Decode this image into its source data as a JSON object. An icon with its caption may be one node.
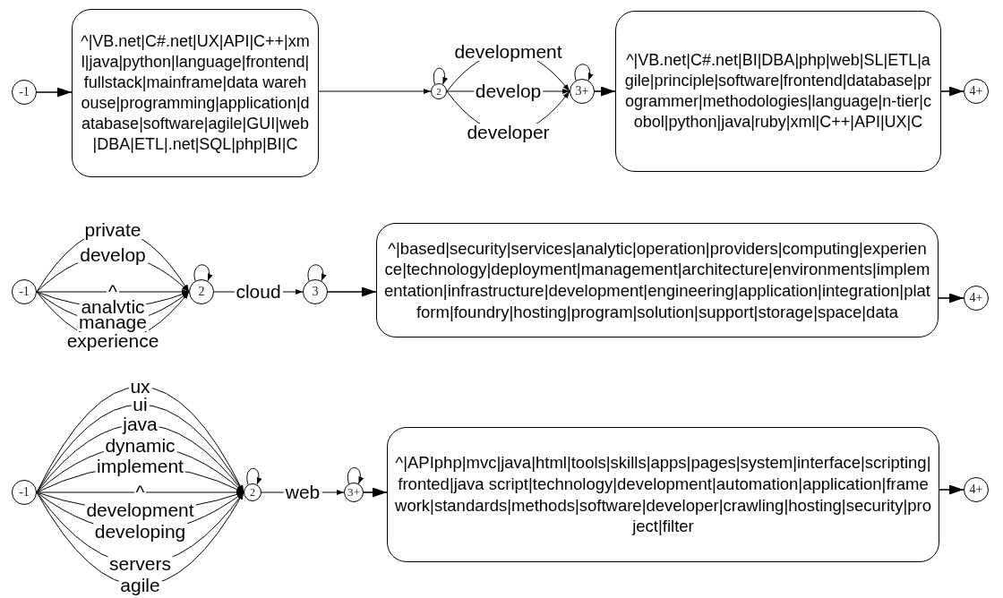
{
  "diagram": {
    "nodes": [
      {
        "text": [
          "-1"
        ]
      },
      {
        "text": [
          "^|VB.net|C#.net|UX|API|C++|xml|java|python|language|frontend|fullstack|mainframe|data warehouse|programming|application|database|software|agile|GUI|web|DBA|ETL|.net|SQL|php|BI|C"
        ]
      },
      {
        "text": [
          "2"
        ]
      },
      {
        "text": [
          "3+"
        ]
      },
      {
        "text": [
          "^|VB.net|C#.net|BI|DBA|php|web|SL|ETL|agile|principle|software|frontend|database|programmer|methodologies|language|n-tier|cobol|python|java|ruby|xml|C++|API|UX|C"
        ]
      },
      {
        "text": [
          "4+"
        ]
      },
      {
        "text": [
          "-1"
        ]
      },
      {
        "text": [
          "2"
        ]
      },
      {
        "text": [
          "3"
        ]
      },
      {
        "text": [
          "^|based|security|services|analytic|operation|providers|computing|experience|technology|deployment|management|architecture|environments|implementation|infrastructure|development|engineering|application|integration|platform|foundry|hosting|program|solution|support|storage|space|data"
        ]
      },
      {
        "text": [
          "4+"
        ]
      },
      {
        "text": [
          "-1"
        ]
      },
      {
        "text": [
          "2"
        ]
      },
      {
        "text": [
          "3+"
        ]
      },
      {
        "text": [
          "^|APIphp|mvc|java|html|tools|skills|apps|pages|system|interface|scripting|fronted|java script|technology|development|automation|application|framework|standards|methods|software|developer|crawling|hosting|security|project|filter"
        ]
      },
      {
        "text": [
          "4+"
        ]
      }
    ],
    "edges": [
      {
        "from": 0,
        "to": 1,
        "arrow": "to"
      },
      {
        "from": 1,
        "to": 2,
        "arrow": "to"
      },
      {
        "from": 2,
        "to": 2,
        "arrow": "to"
      },
      {
        "from": 2,
        "to": 3,
        "arrow": "to",
        "label": "development"
      },
      {
        "from": 2,
        "to": 3,
        "arrow": "to",
        "label": "develop"
      },
      {
        "from": 2,
        "to": 3,
        "arrow": "to",
        "label": "developer"
      },
      {
        "from": 3,
        "to": 3,
        "arrow": "to"
      },
      {
        "from": 3,
        "to": 4,
        "arrow": "to"
      },
      {
        "from": 4,
        "to": 5,
        "arrow": "to"
      },
      {
        "from": 6,
        "to": 7,
        "arrow": "to",
        "label": "private"
      },
      {
        "from": 6,
        "to": 7,
        "arrow": "to",
        "label": "develop"
      },
      {
        "from": 6,
        "to": 7,
        "arrow": "to",
        "label": "^"
      },
      {
        "from": 6,
        "to": 7,
        "arrow": "to",
        "label": "analytic"
      },
      {
        "from": 6,
        "to": 7,
        "arrow": "to",
        "label": "manage"
      },
      {
        "from": 6,
        "to": 7,
        "arrow": "to",
        "label": "experience"
      },
      {
        "from": 7,
        "to": 7,
        "arrow": "to"
      },
      {
        "from": 7,
        "to": 8,
        "arrow": "to",
        "label": "cloud"
      },
      {
        "from": 8,
        "to": 8,
        "arrow": "to"
      },
      {
        "from": 8,
        "to": 9,
        "arrow": "to"
      },
      {
        "from": 9,
        "to": 10,
        "arrow": "to"
      },
      {
        "from": 11,
        "to": 12,
        "arrow": "to",
        "label": "ux"
      },
      {
        "from": 11,
        "to": 12,
        "arrow": "to",
        "label": "ui"
      },
      {
        "from": 11,
        "to": 12,
        "arrow": "to",
        "label": "java"
      },
      {
        "from": 11,
        "to": 12,
        "arrow": "to",
        "label": "dynamic"
      },
      {
        "from": 11,
        "to": 12,
        "arrow": "to",
        "label": "implement"
      },
      {
        "from": 11,
        "to": 12,
        "arrow": "to",
        "label": "^"
      },
      {
        "from": 11,
        "to": 12,
        "arrow": "to",
        "label": "development"
      },
      {
        "from": 11,
        "to": 12,
        "arrow": "to",
        "label": "developing"
      },
      {
        "from": 11,
        "to": 12,
        "arrow": "to",
        "label": "servers"
      },
      {
        "from": 11,
        "to": 12,
        "arrow": "to",
        "label": "agile"
      },
      {
        "from": 12,
        "to": 12,
        "arrow": "to"
      },
      {
        "from": 12,
        "to": 13,
        "arrow": "to",
        "label": "web"
      },
      {
        "from": 13,
        "to": 13,
        "arrow": "to"
      },
      {
        "from": 13,
        "to": 14,
        "arrow": "to"
      },
      {
        "from": 14,
        "to": 15,
        "arrow": "to"
      }
    ]
  }
}
